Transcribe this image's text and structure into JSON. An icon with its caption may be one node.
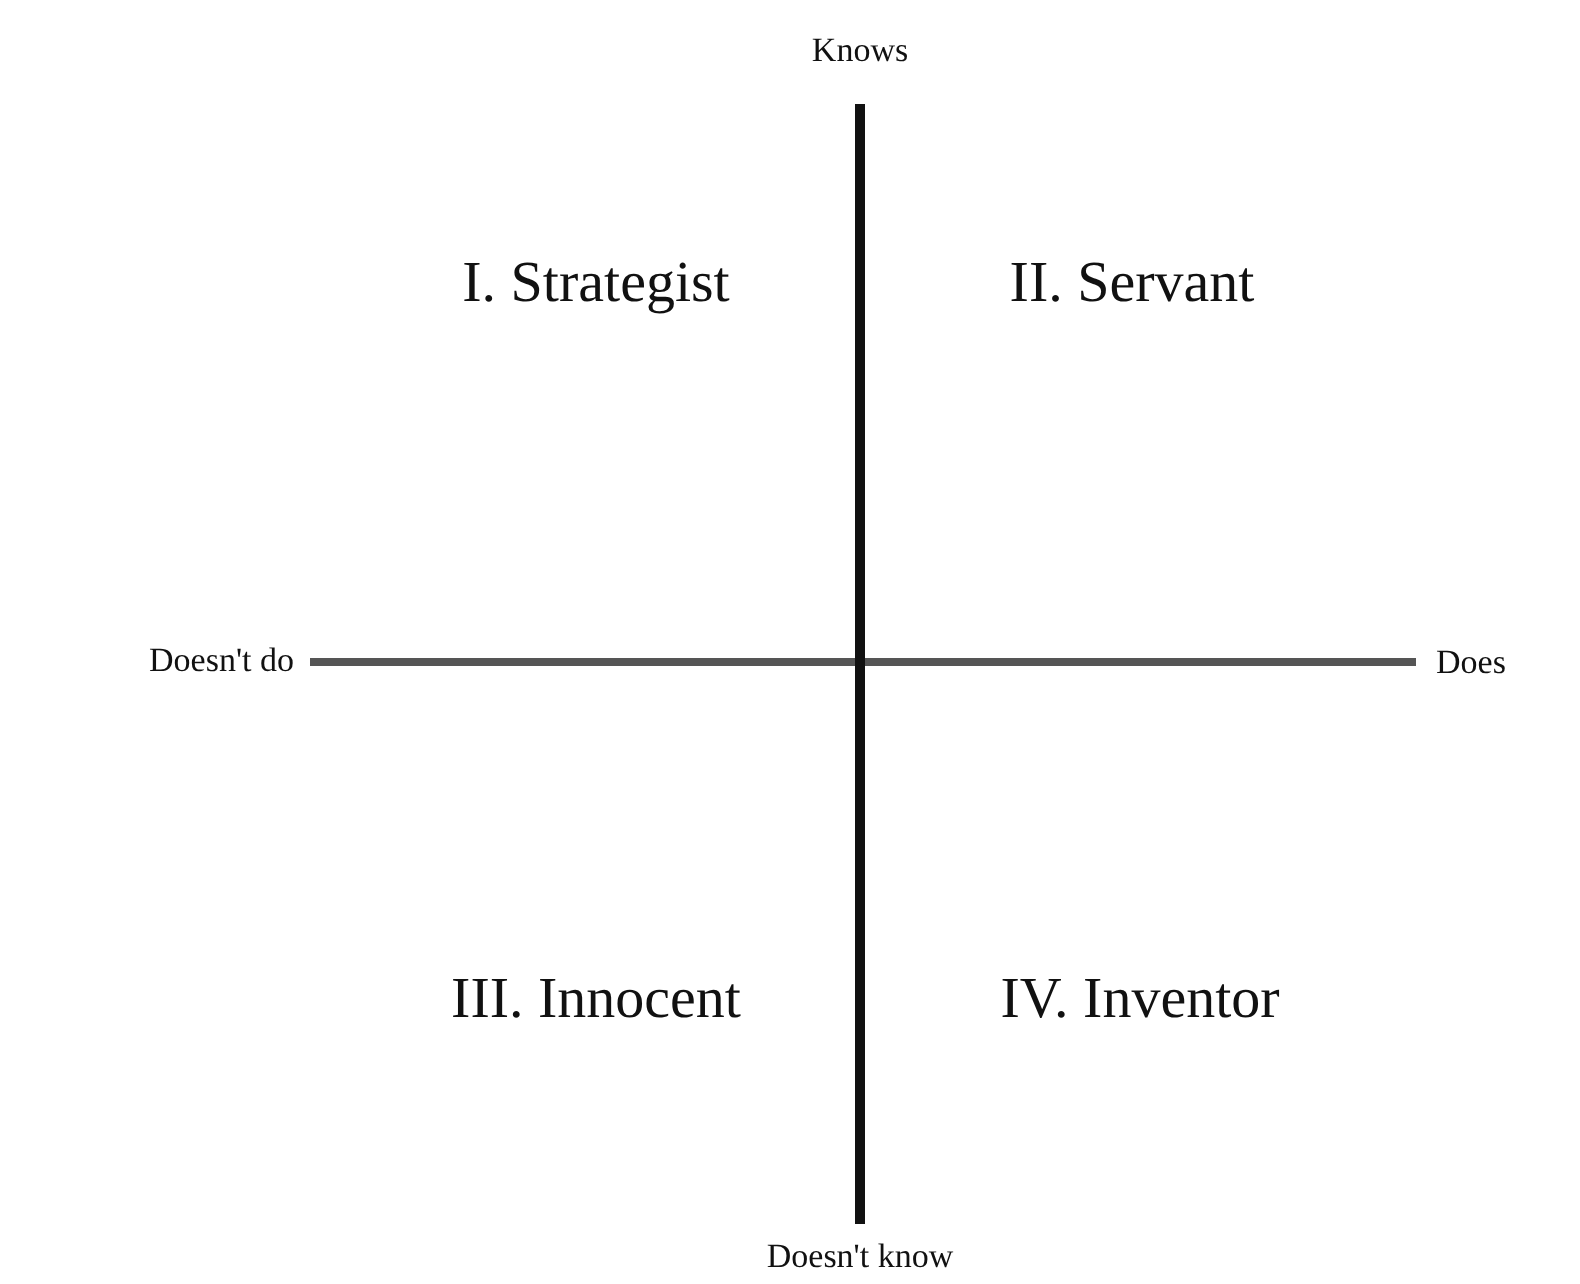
{
  "diagram": {
    "labels": [
      "Knows",
      "I. Strategist",
      "II. Servant",
      "Doesn't do",
      "Does",
      "III. Innocent",
      "IV. Inventor",
      "Doesn't know"
    ]
  }
}
